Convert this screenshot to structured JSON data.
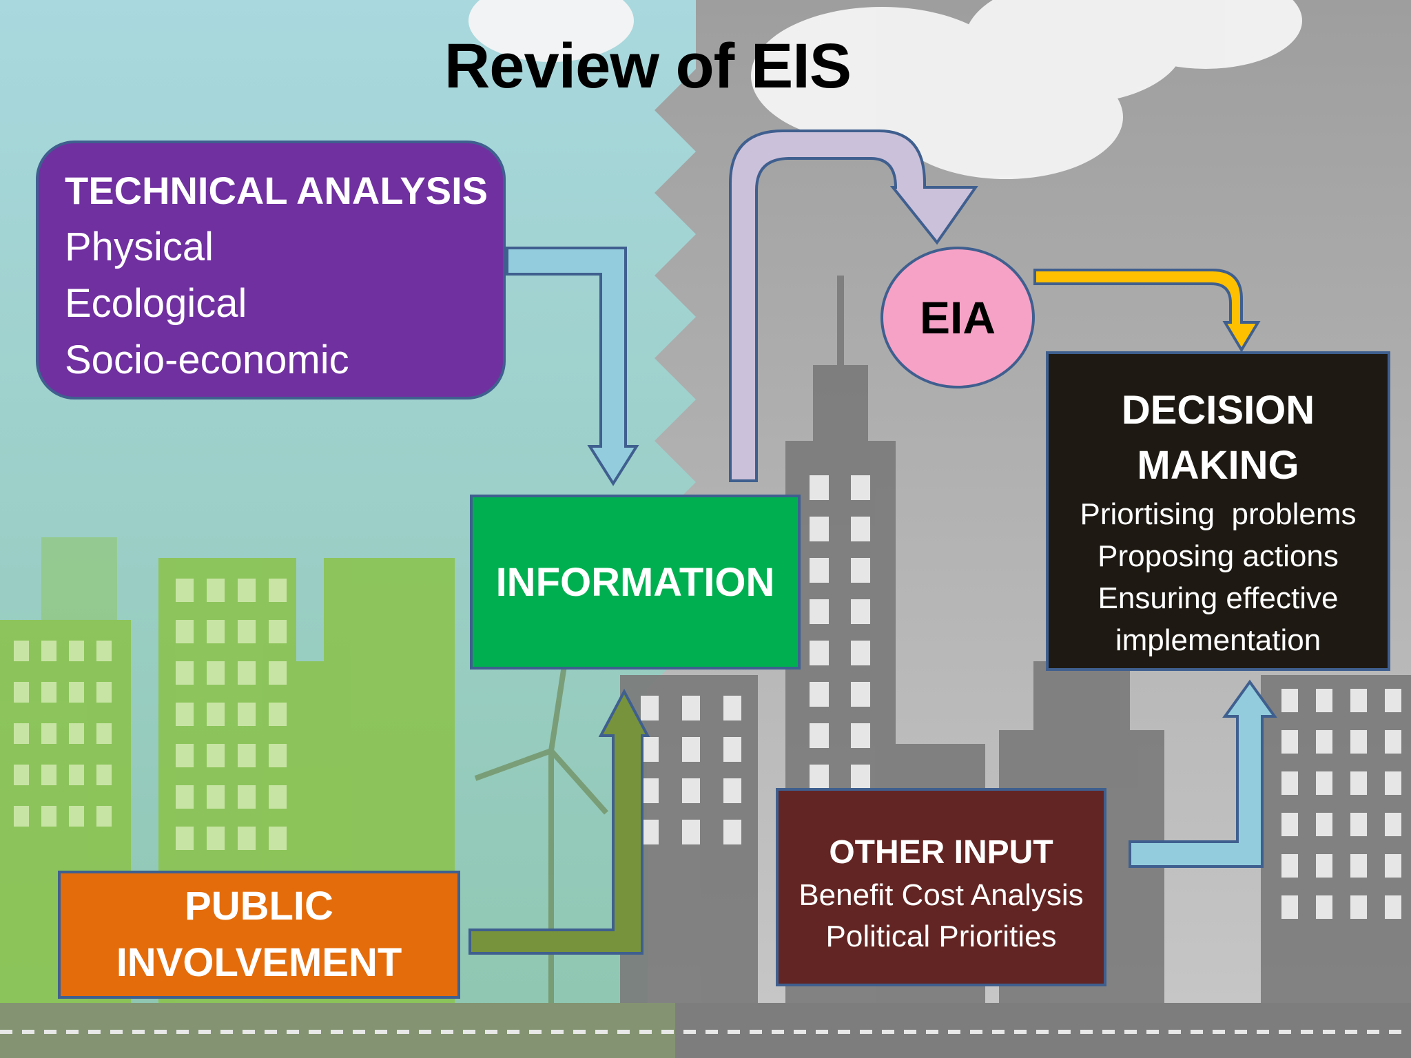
{
  "title": "Review of EIS",
  "technical_analysis": {
    "heading": "TECHNICAL ANALYSIS",
    "items": [
      "Physical",
      "Ecological",
      "Socio-economic"
    ]
  },
  "information": {
    "label": "INFORMATION"
  },
  "public_involvement": {
    "lines": [
      "PUBLIC",
      "INVOLVEMENT"
    ]
  },
  "eia": {
    "label": "EIA"
  },
  "decision_making": {
    "heading_lines": [
      "DECISION",
      "MAKING"
    ],
    "items": [
      "Priortising  problems",
      "Proposing actions",
      "Ensuring effective",
      "implementation"
    ]
  },
  "other_input": {
    "heading": "OTHER INPUT",
    "items": [
      "Benefit Cost Analysis",
      "Political Priorities"
    ]
  },
  "colors": {
    "technical_analysis": "#7030a0",
    "information": "#00b050",
    "public_involvement": "#e46c0a",
    "eia": "#f6a2c6",
    "decision_making": "#1e1a13",
    "other_input": "#632523",
    "arrow_blue": "#93cddd",
    "arrow_lavender": "#ccc1da",
    "arrow_gold": "#ffc000",
    "arrow_olive": "#77933c"
  }
}
